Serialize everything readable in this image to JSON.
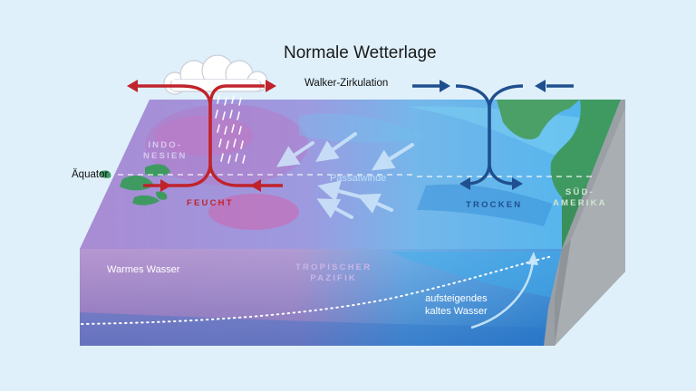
{
  "title": "Normale Wetterlage",
  "labels": {
    "walker": "Walker-Zirkulation",
    "aequator": "Äquator",
    "indonesien_l1": "INDO-",
    "indonesien_l2": "NESIEN",
    "feucht": "FEUCHT",
    "trocken": "TROCKEN",
    "passatwinde": "Passatwinde",
    "suedamerika_l1": "SÜD-",
    "suedamerika_l2": "AMERIKA",
    "warmes_wasser": "Warmes Wasser",
    "tropischer_l1": "TROPISCHER",
    "tropischer_l2": "PAZIFIK",
    "aufsteigend_l1": "aufsteigendes",
    "aufsteigend_l2": "kaltes Wasser"
  },
  "colors": {
    "background": "#dff0fb",
    "warm_arrow": "#c0232b",
    "cold_arrow": "#1f4f8e",
    "warm_water": "#a57fc6",
    "cold_water": "#2e8fd6",
    "land": "#3f9a62"
  }
}
